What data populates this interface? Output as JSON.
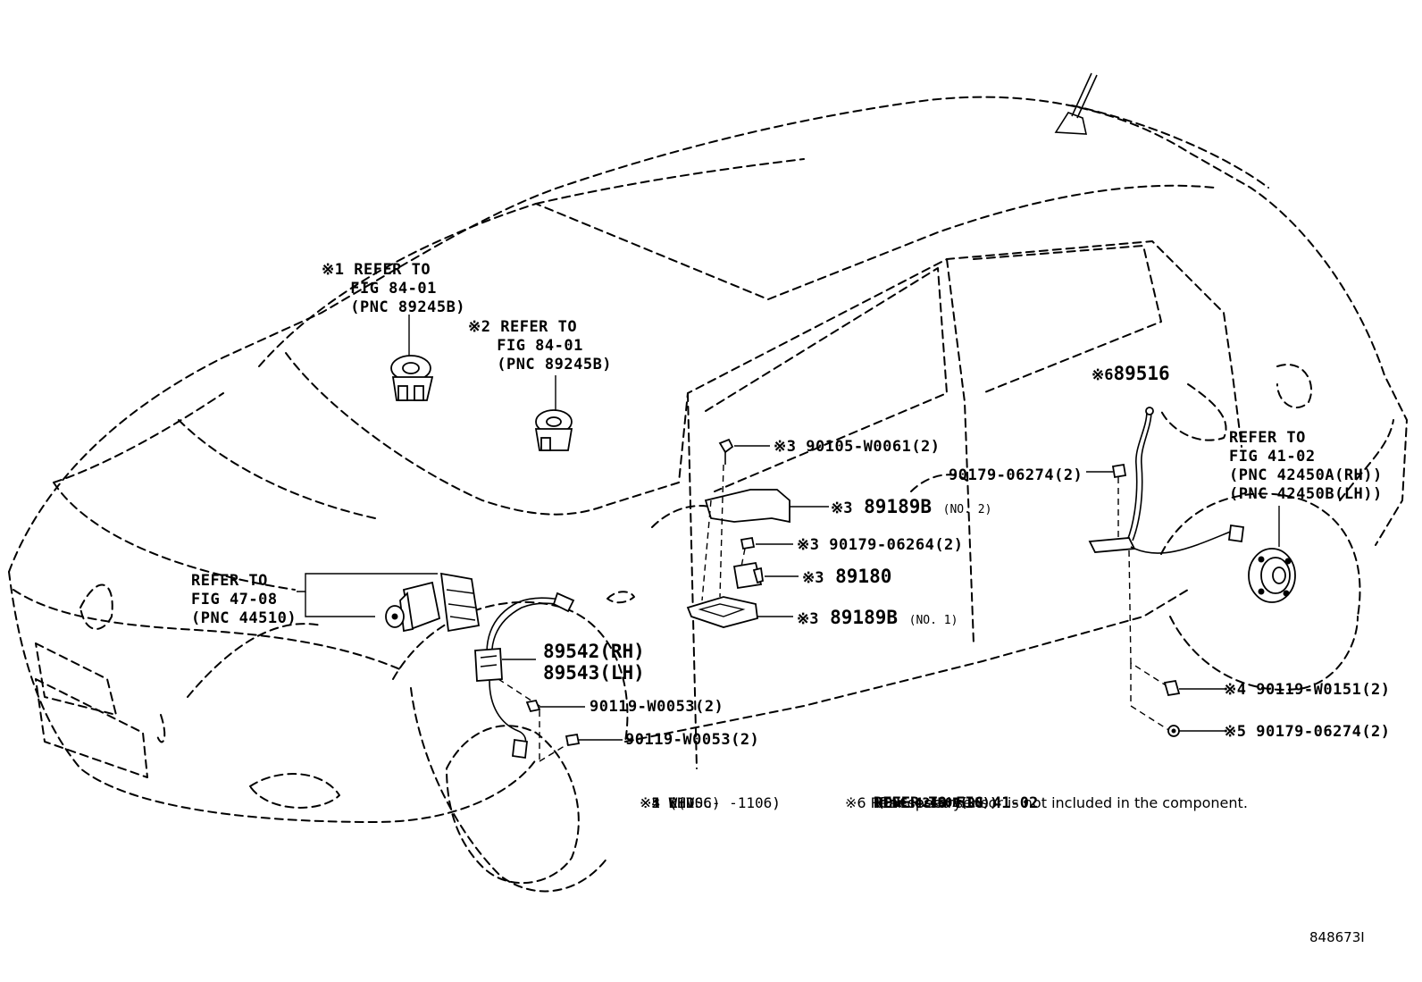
{
  "callouts": {
    "refer_8401_rhd": {
      "mark": "※1",
      "lines": [
        "REFER TO",
        "FIG 84-01",
        "(PNC 89245B)"
      ]
    },
    "refer_8401_lhd": {
      "mark": "※2",
      "lines": [
        "REFER TO",
        "FIG 84-01",
        "(PNC 89245B)"
      ]
    },
    "refer_4708": {
      "lines": [
        "REFER TO",
        "FIG 47-08",
        "(PNC 44510)"
      ]
    },
    "front_sensor": {
      "line1": "89542(RH)",
      "line2": "89543(LH)"
    },
    "bolt_front_1": "90119-W0053(2)",
    "bolt_front_2": "90119-W0053(2)",
    "bolt_top": {
      "mark": "※3",
      "text": "90105-W0061(2)"
    },
    "bracket_no2": {
      "mark": "※3",
      "text": "89189B",
      "sub": "(NO. 2)"
    },
    "nut_mid": {
      "mark": "※3",
      "text": "90179-06264(2)"
    },
    "sensor_89180": {
      "mark": "※3",
      "text": "89180"
    },
    "bracket_no1": {
      "mark": "※3",
      "text": "89189B",
      "sub": "(NO. 1)"
    },
    "nut_rear": "90179-06274(2)",
    "rear_sensor": {
      "mark": "※6",
      "text": "89516"
    },
    "refer_4102": {
      "lines": [
        "REFER TO",
        "FIG 41-02",
        "(PNC 42450A(RH))",
        "(PNC 42450B(LH))"
      ]
    },
    "bolt_rear": {
      "mark": "※4",
      "text": "90119-W0151(2)"
    },
    "nut_rear_2": {
      "mark": "※5",
      "text": "90179-06274(2)"
    }
  },
  "legend": [
    "※1 RHD",
    "※2 LHD",
    "※3 W(VSC)",
    "※4 (      -1106)",
    "※5 (1106-      )"
  ],
  "footnote": {
    "line1": "※6 Rear speed sensor is not included in the component.",
    "line2": "If necessary:",
    "line3": "REFER TO FIG 41-02",
    "line4": "(PNC 42450A(RH))",
    "line5": "(PNC 42450B(LH))"
  },
  "figure_id": "848673I"
}
